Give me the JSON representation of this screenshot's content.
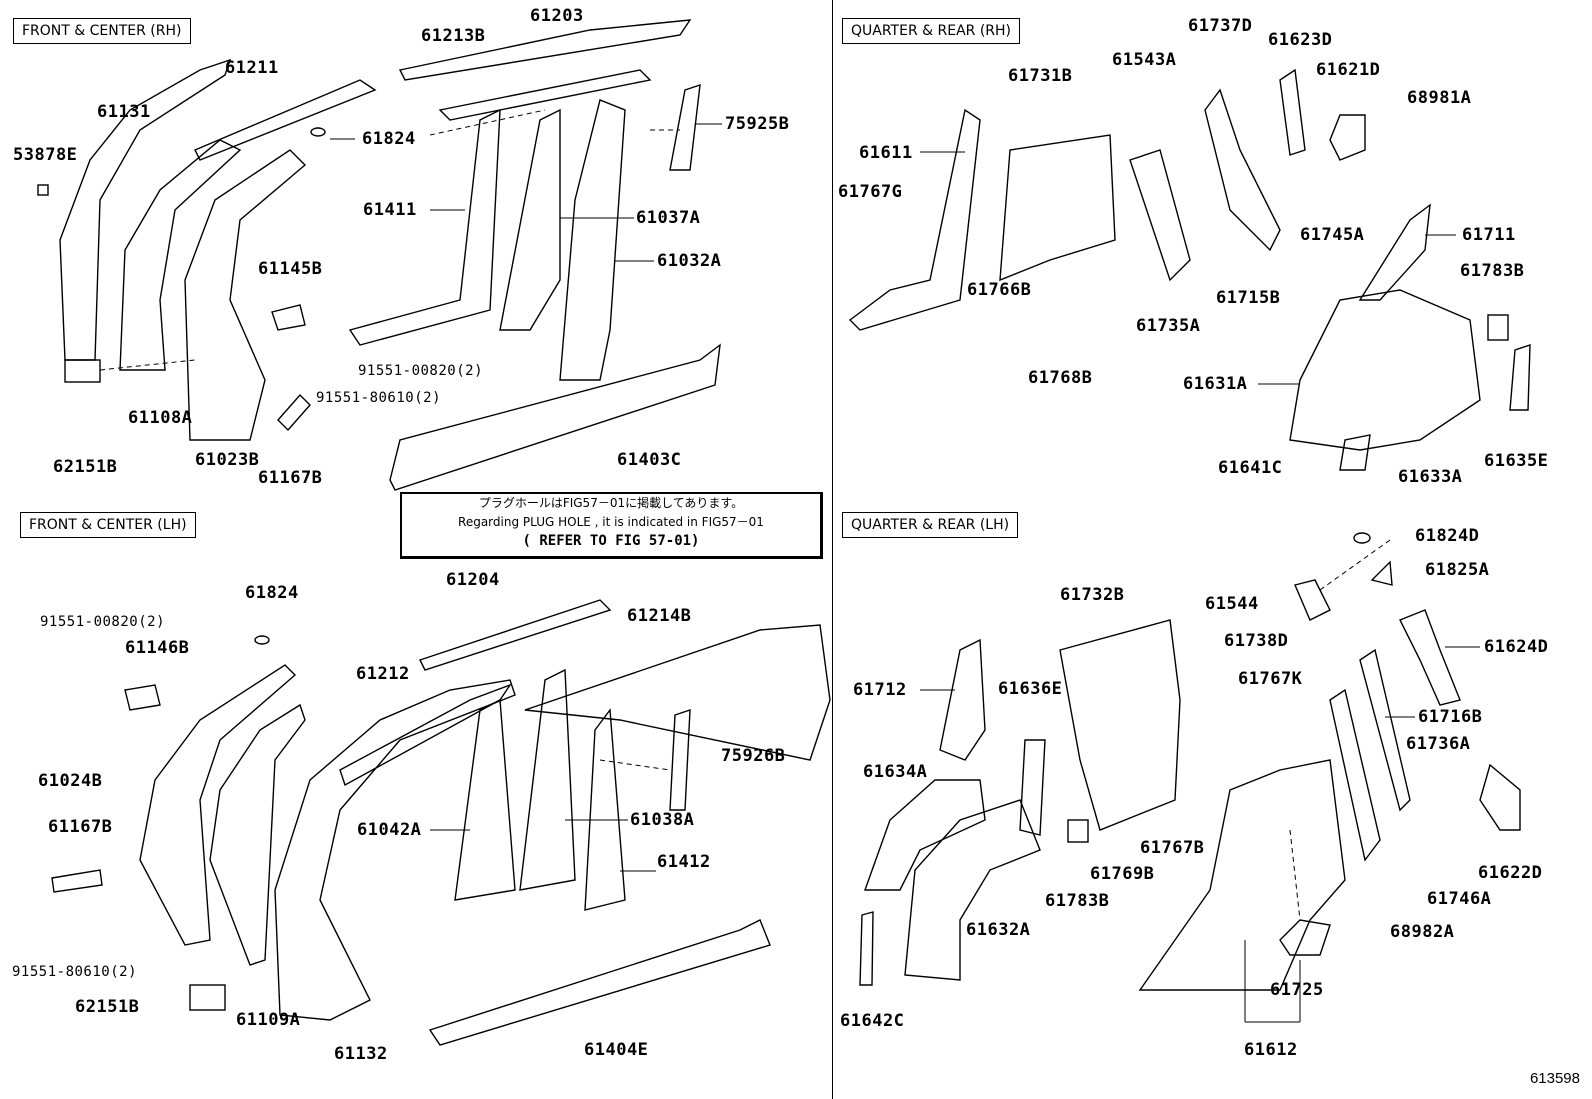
{
  "sections": {
    "front_center_rh": "FRONT & CENTER (RH)",
    "quarter_rear_rh": "QUARTER & REAR (RH)",
    "front_center_lh": "FRONT & CENTER (LH)",
    "quarter_rear_lh": "QUARTER & REAR (LH)"
  },
  "note": {
    "japanese": "プラグホールはFIG57－01に掲載してあります。",
    "english": "Regarding PLUG HOLE , it is indicated in FIG57－01",
    "refer": "( REFER TO FIG 57-01)"
  },
  "figure_number": "613598",
  "labels": [
    "61213B",
    "61203",
    "61211",
    "61131",
    "53878E",
    "61824",
    "75925B",
    "61411",
    "61037A",
    "61032A",
    "61145B",
    "91551-00820(2)",
    "91551-80610(2)",
    "61108A",
    "62151B",
    "61023B",
    "61167B",
    "61403C",
    "61737D",
    "61623D",
    "61543A",
    "61621D",
    "61731B",
    "68981A",
    "61611",
    "61767G",
    "61745A",
    "61711",
    "61766B",
    "61715B",
    "61783B",
    "61735A",
    "61768B",
    "61631A",
    "61641C",
    "61633A",
    "61635E",
    "61204",
    "61824",
    "61214B",
    "91551-00820(2)",
    "61146B",
    "61212",
    "75926B",
    "61024B",
    "61167B",
    "61042A",
    "61038A",
    "61412",
    "91551-80610(2)",
    "62151B",
    "61109A",
    "61132",
    "61404E",
    "61824D",
    "61825A",
    "61732B",
    "61544",
    "61738D",
    "61624D",
    "61712",
    "61636E",
    "61767K",
    "61716B",
    "61736A",
    "61634A",
    "61767B",
    "61769B",
    "61622D",
    "61783B",
    "61746A",
    "61632A",
    "68982A",
    "61725",
    "61642C",
    "61612"
  ]
}
